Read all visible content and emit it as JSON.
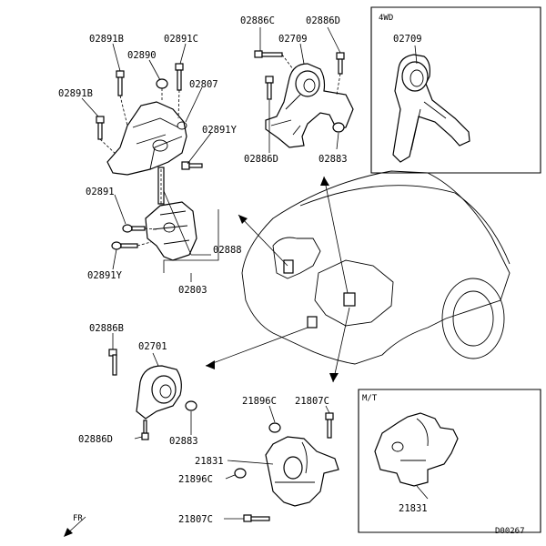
{
  "labels": {
    "p02891B": "02891B",
    "p02891C": "02891C",
    "p02890": "02890",
    "p02891B_left": "02891B",
    "p02807": "02807",
    "p02891Y_top": "02891Y",
    "p02891": "02891",
    "p02891Y_bottom": "02891Y",
    "p02888": "02888",
    "p02803": "02803",
    "p02886C": "02886C",
    "p02886D_top": "02886D",
    "p02709": "02709",
    "p02886D_bottom": "02886D",
    "p02883_top": "02883",
    "p4wd": "4WD",
    "p02709_4wd": "02709",
    "p02886B": "02886B",
    "p02701": "02701",
    "p02886D_left": "02886D",
    "p02883_bottom": "02883",
    "p21896C_top": "21896C",
    "p21807C_top": "21807C",
    "p21831": "21831",
    "p21896C_mid": "21896C",
    "p21807C_bottom": "21807C",
    "pMT": "M/T",
    "p21831_mt": "21831",
    "pFR": "FR",
    "pCode": "D00267"
  }
}
